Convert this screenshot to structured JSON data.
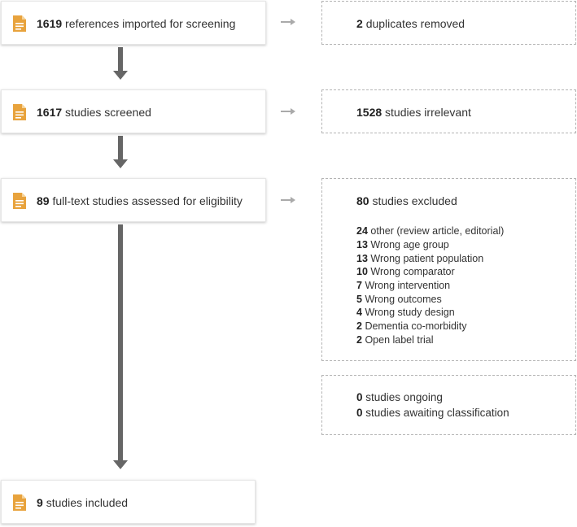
{
  "stages": [
    {
      "num": "1619",
      "text": "references imported for screening"
    },
    {
      "num": "1617",
      "text": "studies screened"
    },
    {
      "num": "89",
      "text": "full-text studies assessed for eligibility"
    },
    {
      "num": "9",
      "text": "studies included"
    }
  ],
  "side": {
    "duplicates": {
      "num": "2",
      "text": "duplicates removed"
    },
    "irrelevant": {
      "num": "1528",
      "text": "studies irrelevant"
    },
    "excluded": {
      "num": "80",
      "text": "studies excluded"
    },
    "reasons": [
      {
        "num": "24",
        "text": "other (review article, editorial)"
      },
      {
        "num": "13",
        "text": "Wrong age group"
      },
      {
        "num": "13",
        "text": "Wrong patient population"
      },
      {
        "num": "10",
        "text": "Wrong comparator"
      },
      {
        "num": "7",
        "text": "Wrong intervention"
      },
      {
        "num": "5",
        "text": "Wrong outcomes"
      },
      {
        "num": "4",
        "text": "Wrong study design"
      },
      {
        "num": "2",
        "text": "Dementia co-morbidity"
      },
      {
        "num": "2",
        "text": "Open label trial"
      }
    ],
    "ongoing": {
      "num": "0",
      "text": "studies ongoing"
    },
    "awaiting": {
      "num": "0",
      "text": "studies awaiting classification"
    }
  },
  "colors": {
    "doc_icon": "#e8a33d",
    "arrow": "#666666",
    "side_arrow": "#aaaaaa",
    "dashed_border": "#b4b4b4"
  },
  "icons": {
    "stage": "document-icon",
    "flow": "arrow-down",
    "side": "arrow-right"
  }
}
